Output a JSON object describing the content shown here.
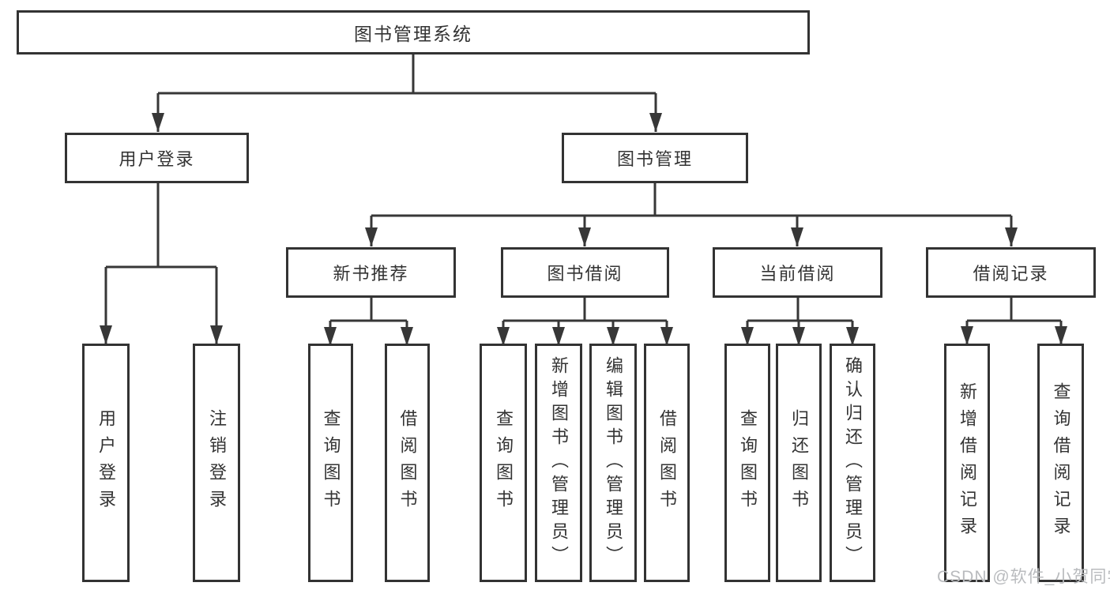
{
  "root": {
    "label": "图书管理系统"
  },
  "level2": [
    {
      "label": "用户登录"
    },
    {
      "label": "图书管理"
    }
  ],
  "level3": [
    {
      "label": "新书推荐"
    },
    {
      "label": "图书借阅"
    },
    {
      "label": "当前借阅"
    },
    {
      "label": "借阅记录"
    }
  ],
  "leaves": {
    "userLogin": [
      {
        "label": "用户登录"
      },
      {
        "label": "注销登录"
      }
    ],
    "newBookRec": [
      {
        "label": "查询图书"
      },
      {
        "label": "借阅图书"
      }
    ],
    "bookBorrow": [
      {
        "label": "查询图书"
      },
      {
        "label": "新增图书（管理员）"
      },
      {
        "label": "编辑图书（管理员）"
      },
      {
        "label": "借阅图书"
      }
    ],
    "currentBorrow": [
      {
        "label": "查询图书"
      },
      {
        "label": "归还图书"
      },
      {
        "label": "确认归还（管理员）"
      }
    ],
    "borrowRecord": [
      {
        "label": "新增借阅记录"
      },
      {
        "label": "查询借阅记录"
      }
    ]
  },
  "watermark": {
    "text": "CSDN @软件_小贺同学"
  },
  "colors": {
    "line": "#373737",
    "box_border": "#333333",
    "text": "#333333",
    "watermark": "#b9bbbe",
    "background": "#ffffff"
  }
}
